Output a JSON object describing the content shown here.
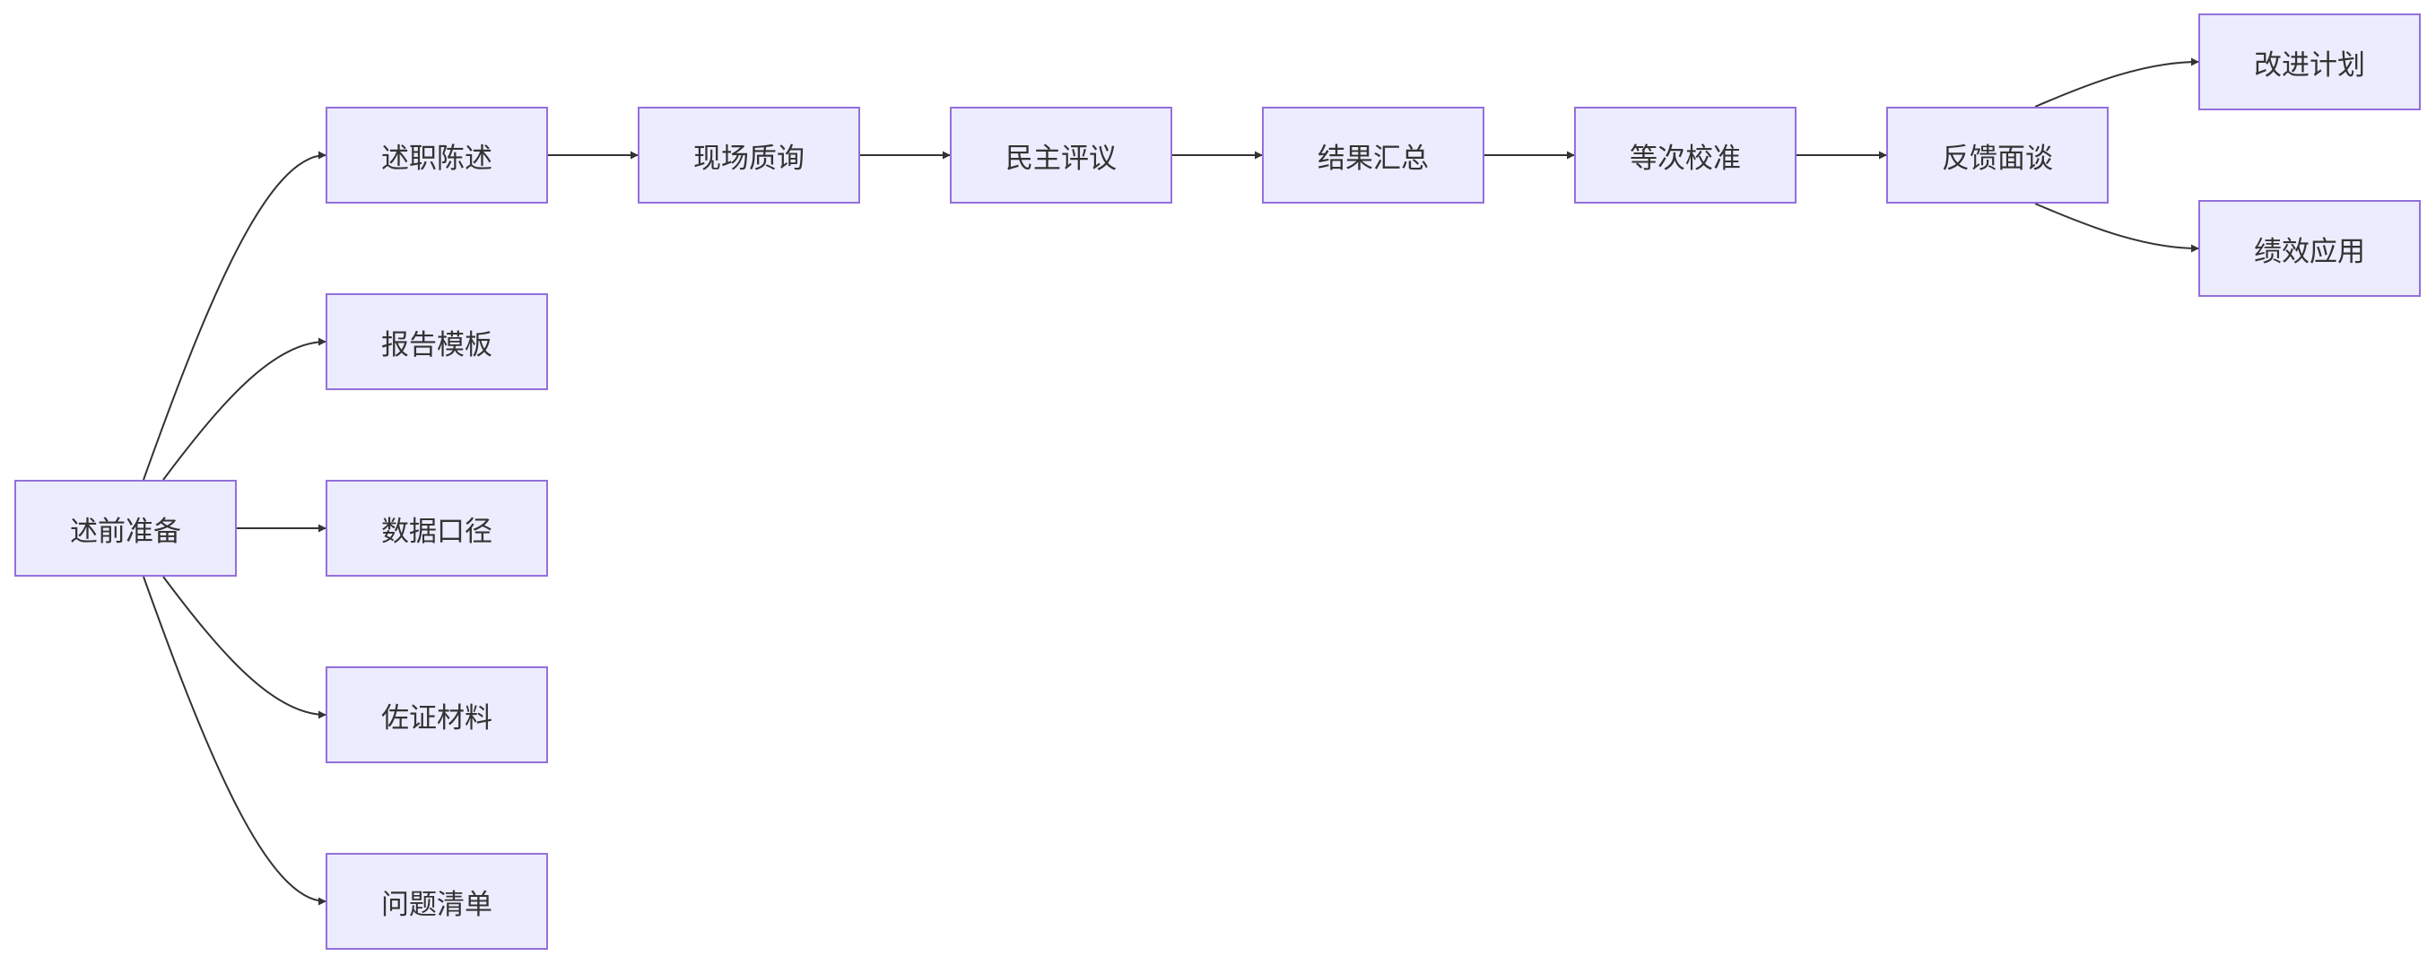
{
  "nodes": {
    "prep": "述前准备",
    "statement": "述职陈述",
    "report_template": "报告模板",
    "data_scope": "数据口径",
    "evidence": "佐证材料",
    "issue_list": "问题清单",
    "qa": "现场质询",
    "democratic_review": "民主评议",
    "summary": "结果汇总",
    "calibration": "等次校准",
    "feedback": "反馈面谈",
    "improvement_plan": "改进计划",
    "performance_use": "绩效应用"
  },
  "edges": [
    {
      "from": "prep",
      "to": "statement"
    },
    {
      "from": "prep",
      "to": "report_template"
    },
    {
      "from": "prep",
      "to": "data_scope"
    },
    {
      "from": "prep",
      "to": "evidence"
    },
    {
      "from": "prep",
      "to": "issue_list"
    },
    {
      "from": "statement",
      "to": "qa"
    },
    {
      "from": "qa",
      "to": "democratic_review"
    },
    {
      "from": "democratic_review",
      "to": "summary"
    },
    {
      "from": "summary",
      "to": "calibration"
    },
    {
      "from": "calibration",
      "to": "feedback"
    },
    {
      "from": "feedback",
      "to": "improvement_plan"
    },
    {
      "from": "feedback",
      "to": "performance_use"
    }
  ],
  "colors": {
    "node_fill": "#ececff",
    "node_border": "#9370db",
    "edge": "#333333",
    "text": "#333333"
  }
}
